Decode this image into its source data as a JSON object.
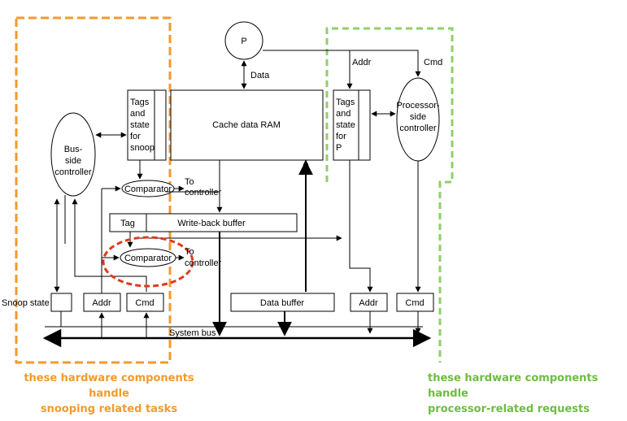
{
  "diagram": {
    "processor": "P",
    "data_label": "Data",
    "cache_data_ram": "Cache data RAM",
    "snoop_tags": [
      "Tags",
      "and",
      "state",
      "for",
      "snoop"
    ],
    "proc_tags": [
      "Tags",
      "and",
      "state",
      "for",
      "P"
    ],
    "bus_controller": [
      "Bus-",
      "side",
      "controller"
    ],
    "proc_controller": [
      "Processor-",
      "side",
      "controller"
    ],
    "addr_top": "Addr",
    "cmd_top": "Cmd",
    "comparator_top": "Comparator",
    "comparator_bottom": "Comparator",
    "to_controller_top": [
      "To",
      "controller"
    ],
    "to_controller_bottom": [
      "To",
      "controller"
    ],
    "tag": "Tag",
    "writeback_buffer": "Write-back buffer",
    "snoop_state": "Snoop state",
    "addr_left": "Addr",
    "cmd_left": "Cmd",
    "data_buffer": "Data buffer",
    "addr_right": "Addr",
    "cmd_right": "Cmd",
    "system_bus": "System bus"
  },
  "captions": {
    "snoop": [
      "these hardware components handle",
      "snooping related tasks"
    ],
    "processor": [
      "these hardware components handle",
      "processor-related requests"
    ]
  },
  "colors": {
    "orange": "#f39a2c",
    "green": "#8fcf6a",
    "red": "#e03a1e"
  }
}
